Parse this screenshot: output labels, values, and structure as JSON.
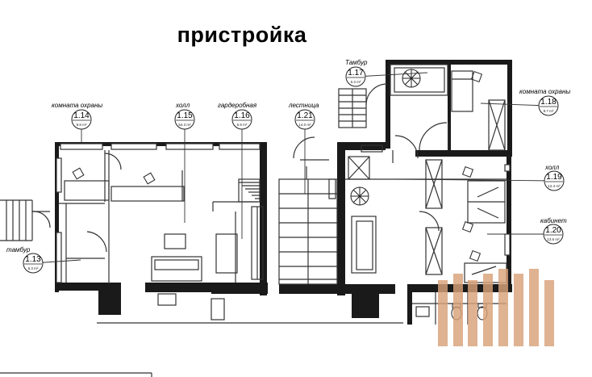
{
  "title": "пристройка",
  "rooms": [
    {
      "id": "1.13",
      "label": "тамбур",
      "area": "6.3 m²"
    },
    {
      "id": "1.14",
      "label": "комната охраны",
      "area": "9.8 m²"
    },
    {
      "id": "1.15",
      "label": "холл",
      "area": "54.3 m²"
    },
    {
      "id": "1.16",
      "label": "гардеробная",
      "area": "6.9 m²"
    },
    {
      "id": "1.21",
      "label": "лестница",
      "area": "14.0 m²"
    },
    {
      "id": "1.17",
      "label": "Тамбур",
      "area": "6.3 m²"
    },
    {
      "id": "1.18",
      "label": "комната охраны",
      "area": "8.7 m²"
    },
    {
      "id": "1.19",
      "label": "холл",
      "area": "12.4 m²"
    },
    {
      "id": "1.20",
      "label": "кабинет",
      "area": "13.6 m²"
    }
  ],
  "colors": {
    "wall": "#1a1a1a",
    "line": "#333333",
    "window": "#5a5a5a",
    "watermark": "#d9a27a"
  },
  "icons": [
    "stair-icon",
    "fan-icon",
    "chair-icon",
    "table-icon",
    "sofa-icon",
    "toilet-icon",
    "sink-icon",
    "watermark-logo"
  ]
}
